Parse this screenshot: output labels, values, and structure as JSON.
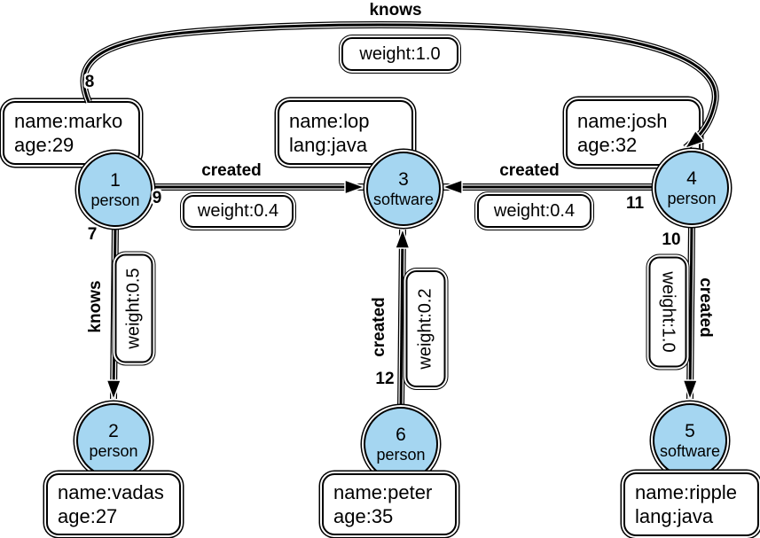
{
  "colors": {
    "background": "#ffffff",
    "node_fill": "#a5d6f1",
    "edge": "#000000",
    "box_fill": "#ffffff"
  },
  "nodes": {
    "n1": {
      "id": "1",
      "type": "person",
      "prop1": "name:marko",
      "prop2": "age:29"
    },
    "n2": {
      "id": "2",
      "type": "person",
      "prop1": "name:vadas",
      "prop2": "age:27"
    },
    "n3": {
      "id": "3",
      "type": "software",
      "prop1": "name:lop",
      "prop2": "lang:java"
    },
    "n4": {
      "id": "4",
      "type": "person",
      "prop1": "name:josh",
      "prop2": "age:32"
    },
    "n5": {
      "id": "5",
      "type": "software",
      "prop1": "name:ripple",
      "prop2": "lang:java"
    },
    "n6": {
      "id": "6",
      "type": "person",
      "prop1": "name:peter",
      "prop2": "age:35"
    }
  },
  "edges": {
    "e7": {
      "id": "7",
      "label": "knows",
      "weight": "weight:0.5",
      "from": "1",
      "to": "2"
    },
    "e8": {
      "id": "8",
      "label": "knows",
      "weight": "weight:1.0",
      "from": "1",
      "to": "4"
    },
    "e9": {
      "id": "9",
      "label": "created",
      "weight": "weight:0.4",
      "from": "1",
      "to": "3"
    },
    "e10": {
      "id": "10",
      "label": "created",
      "weight": "weight:1.0",
      "from": "4",
      "to": "5"
    },
    "e11": {
      "id": "11",
      "label": "created",
      "weight": "weight:0.4",
      "from": "4",
      "to": "3"
    },
    "e12": {
      "id": "12",
      "label": "created",
      "weight": "weight:0.2",
      "from": "6",
      "to": "3"
    }
  }
}
